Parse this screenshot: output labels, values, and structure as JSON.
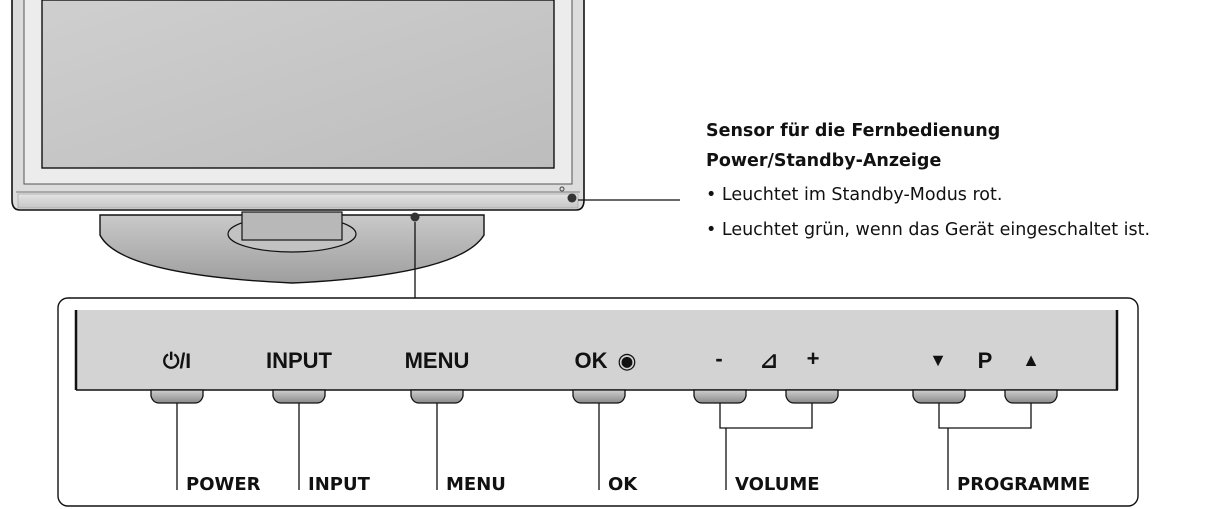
{
  "annotations": {
    "sensor_title": "Sensor für die Fernbedienung",
    "power_title": "Power/Standby-Anzeige",
    "bullets": [
      "• Leuchtet im Standby-Modus rot.",
      "• Leuchtet grün, wenn das Gerät eingeschaltet ist."
    ]
  },
  "panel": {
    "buttons": {
      "power": "⏻/I",
      "input": "INPUT",
      "menu": "MENU",
      "ok": "OK",
      "ok_symbol": "◉",
      "vol_minus": "-",
      "vol_symbol": "⊿",
      "vol_plus": "+",
      "prog_down": "▼",
      "prog_p": "P",
      "prog_up": "▲"
    },
    "labels": {
      "power": "POWER",
      "input": "INPUT",
      "menu": "MENU",
      "ok": "OK",
      "volume": "VOLUME",
      "programme": "PROGRAMME"
    }
  },
  "colors": {
    "bezel": "#d6d6d6",
    "screen": "#c8c8c8",
    "stand": "#b4b4b4",
    "panel_strip": "#d2d2d2",
    "outline": "#111111",
    "led": "#333333"
  }
}
